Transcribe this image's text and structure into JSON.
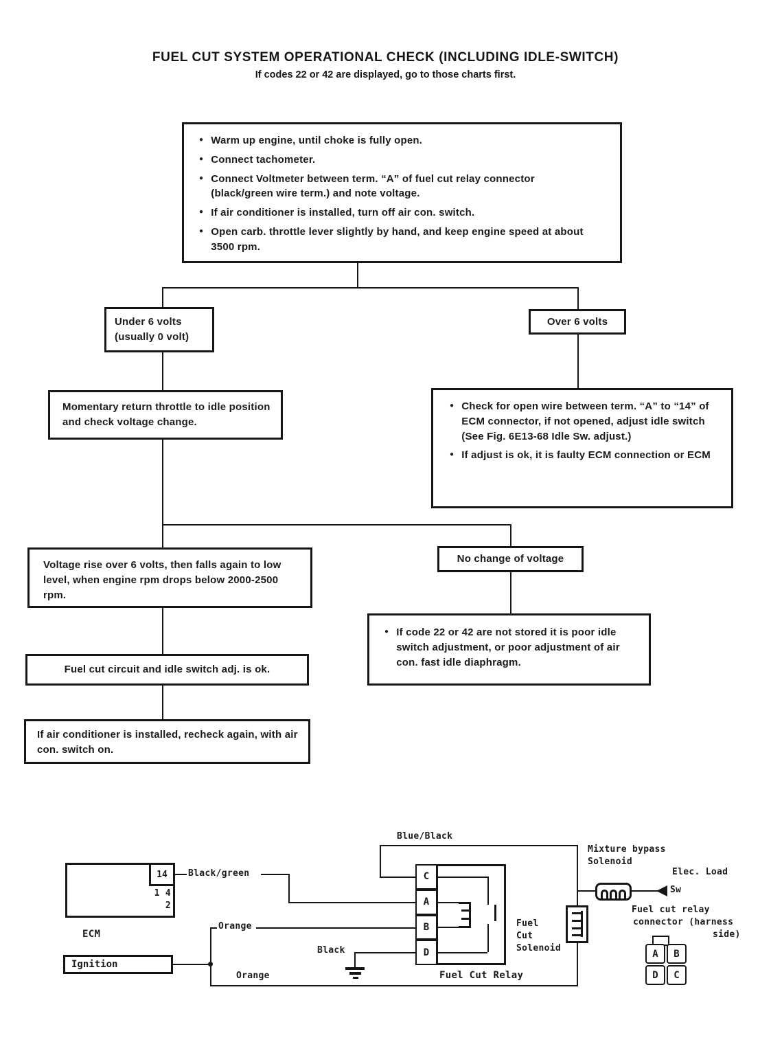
{
  "header": {
    "title": "FUEL CUT SYSTEM OPERATIONAL CHECK (INCLUDING IDLE-SWITCH)",
    "subtitle": "If codes 22 or 42 are displayed, go to those charts first."
  },
  "flow": {
    "setup": {
      "bullets": [
        "Warm up engine, until choke is fully open.",
        "Connect tachometer.",
        "Connect Voltmeter between term.  “A” of fuel cut relay connector (black/green wire term.) and note voltage.",
        "If air conditioner is installed, turn off air con. switch.",
        "Open carb. throttle lever slightly by hand, and keep engine speed at about 3500 rpm."
      ]
    },
    "under6": {
      "line1": "Under 6 volts",
      "line2": "(usually 0 volt)"
    },
    "over6": {
      "label": "Over 6 volts"
    },
    "momentary": {
      "text": "Momentary return throttle to idle position and check voltage change."
    },
    "open_wire": {
      "bullets": [
        "Check for open wire between term. “A” to “14” of ECM connector, if not opened, adjust idle switch (See Fig. 6E13-68 Idle Sw. adjust.)",
        "If adjust is ok, it is faulty ECM connection or ECM"
      ]
    },
    "voltage_rise": {
      "text": "Voltage rise over 6 volts, then falls again to low level, when engine rpm drops below 2000-2500 rpm."
    },
    "no_change": {
      "label": "No change of voltage"
    },
    "code_not_stored": {
      "bullets": [
        "If code 22 or 42 are not stored it is poor idle switch adjustment, or poor adjustment of air con. fast idle diaphragm."
      ]
    },
    "circuit_ok": {
      "text": "Fuel cut circuit and idle switch adj. is ok."
    },
    "recheck": {
      "text": "If air conditioner is installed, recheck again, with air con. switch on."
    }
  },
  "wiring": {
    "ecm": {
      "label": "ECM",
      "pin_top": "14",
      "pin_row1": "1 4",
      "pin_row2": "2"
    },
    "ignition": {
      "label": "Ignition"
    },
    "wire_labels": {
      "blue_black": "Blue/Black",
      "black_green": "Black/green",
      "orange_top": "Orange",
      "orange_bottom": "Orange",
      "black": "Black"
    },
    "relay": {
      "label": "Fuel Cut Relay",
      "terminals": [
        "C",
        "A",
        "B",
        "D"
      ]
    },
    "fuel_cut_solenoid": {
      "line1": "Fuel",
      "line2": "Cut",
      "line3": "Solenoid"
    },
    "mixture_bypass": {
      "line1": "Mixture bypass",
      "line2": "Solenoid"
    },
    "elec_load": {
      "line1": "Elec. Load",
      "line2": "Sw"
    },
    "connector": {
      "line1": "Fuel cut relay",
      "line2": "connector (harness",
      "line3": "side)",
      "cells": [
        "A",
        "B",
        "D",
        "C"
      ]
    }
  }
}
